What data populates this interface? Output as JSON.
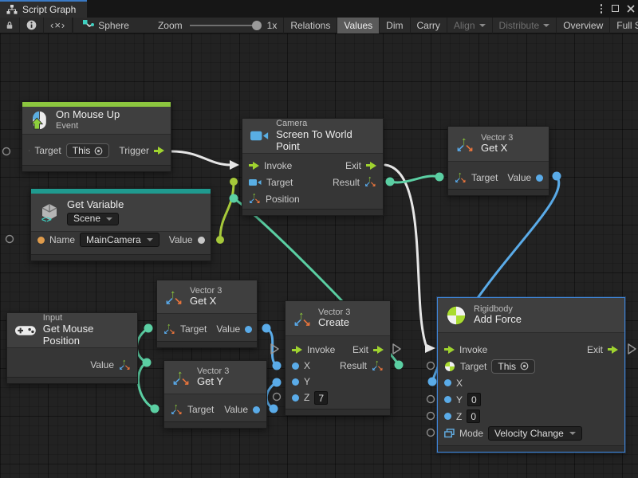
{
  "tab": {
    "title": "Script Graph"
  },
  "toolbar": {
    "connections_glyph": "‹×›",
    "graph_target": "Sphere",
    "zoom_label": "Zoom",
    "zoom_value": "1x",
    "relations": "Relations",
    "values": "Values",
    "dim": "Dim",
    "carry": "Carry",
    "align": "Align",
    "distribute": "Distribute",
    "overview": "Overview",
    "full_screen": "Full Screen"
  },
  "colors": {
    "event_bar_green": "#8cc63f",
    "variable_bar_teal": "#1f9a8f",
    "flow_arrow_green": "#9fd32f",
    "wire_white": "#e8e8e8",
    "wire_teal": "#5bcfa3",
    "wire_blue": "#5aabe8",
    "wire_scene_green": "#a6c83a",
    "selection_blue": "#3f84d6",
    "camera_blue": "#59aee3",
    "port_orange": "#e09c4c"
  },
  "nodes": {
    "on_mouse_up": {
      "title": "On Mouse Up",
      "category": "Event",
      "target_label": "Target",
      "target_value": "This",
      "trigger_label": "Trigger"
    },
    "get_variable": {
      "title": "Get Variable",
      "scope": "Scene",
      "name_label": "Name",
      "name_value": "MainCamera",
      "value_label": "Value"
    },
    "screen_to_world": {
      "category": "Camera",
      "title": "Screen To World Point",
      "invoke_label": "Invoke",
      "exit_label": "Exit",
      "target_label": "Target",
      "result_label": "Result",
      "position_label": "Position"
    },
    "get_x_right": {
      "category": "Vector 3",
      "title": "Get X",
      "target_label": "Target",
      "value_label": "Value"
    },
    "get_x_mid": {
      "category": "Vector 3",
      "title": "Get X",
      "target_label": "Target",
      "value_label": "Value"
    },
    "get_y": {
      "category": "Vector 3",
      "title": "Get Y",
      "target_label": "Target",
      "value_label": "Value"
    },
    "get_mouse_position": {
      "category": "Input",
      "title": "Get Mouse Position",
      "value_label": "Value"
    },
    "vector3_create": {
      "category": "Vector 3",
      "title": "Create",
      "invoke_label": "Invoke",
      "exit_label": "Exit",
      "x_label": "X",
      "result_label": "Result",
      "y_label": "Y",
      "z_label": "Z",
      "z_value": "7"
    },
    "add_force": {
      "category": "Rigidbody",
      "title": "Add Force",
      "invoke_label": "Invoke",
      "exit_label": "Exit",
      "target_label": "Target",
      "target_value": "This",
      "x_label": "X",
      "y_label": "Y",
      "y_value": "0",
      "z_label": "Z",
      "z_value": "0",
      "mode_label": "Mode",
      "mode_value": "Velocity Change"
    }
  }
}
